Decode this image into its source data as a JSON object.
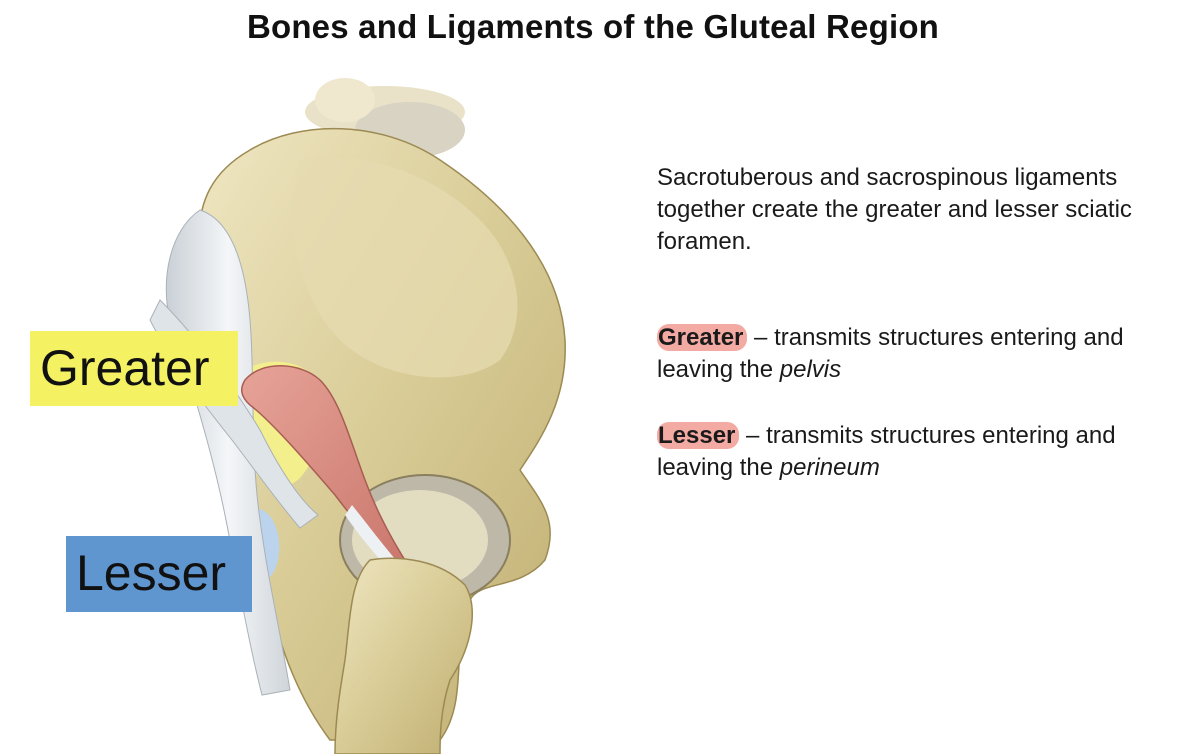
{
  "title": "Bones and Ligaments of the Gluteal Region",
  "labels": {
    "greater": "Greater",
    "lesser": "Lesser"
  },
  "description": {
    "intro": "Sacrotuberous and sacrospinous ligaments together create the greater and lesser sciatic foramen.",
    "greater": {
      "term": "Greater",
      "text": " – transmits structures entering and leaving the ",
      "region": "pelvis"
    },
    "lesser": {
      "term": "Lesser",
      "text": " – transmits structures entering and leaving the ",
      "region": "perineum"
    }
  },
  "colors": {
    "greater_highlight": "#f4f263",
    "lesser_highlight": "#5f96cf",
    "term_highlight": "#f3aaa3",
    "bone": "#d9cc98",
    "muscle": "#d98a7e",
    "ligament": "#e8ecef"
  }
}
